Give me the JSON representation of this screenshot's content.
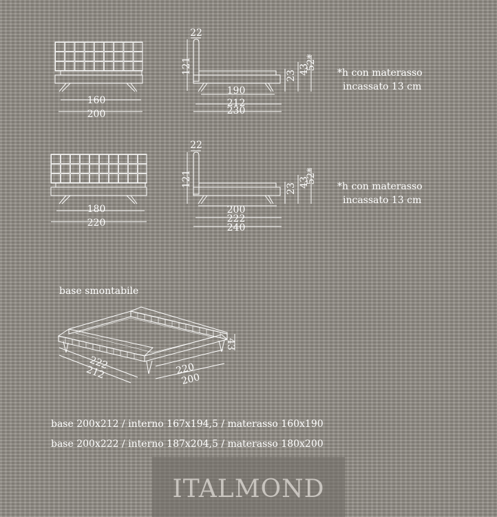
{
  "bed160": {
    "front": {
      "inner_width": "160",
      "outer_width": "200"
    },
    "side": {
      "headboard_thickness": "22",
      "height": "121",
      "length_1": "190",
      "length_2": "212",
      "length_3": "230",
      "h_1": "23",
      "h_2": "43",
      "h_3": "52*"
    },
    "note_line1": "*h con materasso",
    "note_line2": "incassato 13 cm"
  },
  "bed180": {
    "front": {
      "inner_width": "180",
      "outer_width": "220"
    },
    "side": {
      "headboard_thickness": "22",
      "height": "121",
      "length_1": "200",
      "length_2": "222",
      "length_3": "240",
      "h_1": "23",
      "h_2": "43",
      "h_3": "52*"
    },
    "note_line1": "*h con materasso",
    "note_line2": "incassato 13 cm"
  },
  "base": {
    "title": "base smontabile",
    "dims": {
      "depth_outer": "222",
      "depth_inner": "212",
      "width_outer": "220",
      "width_inner": "200",
      "height": "43"
    }
  },
  "specs": [
    "base 200x212 / interno 167x194,5 / materasso 160x190",
    "base 200x222 / interno 187x204,5 / materasso 180x200"
  ],
  "logo": {
    "text": "ITALMOND"
  }
}
